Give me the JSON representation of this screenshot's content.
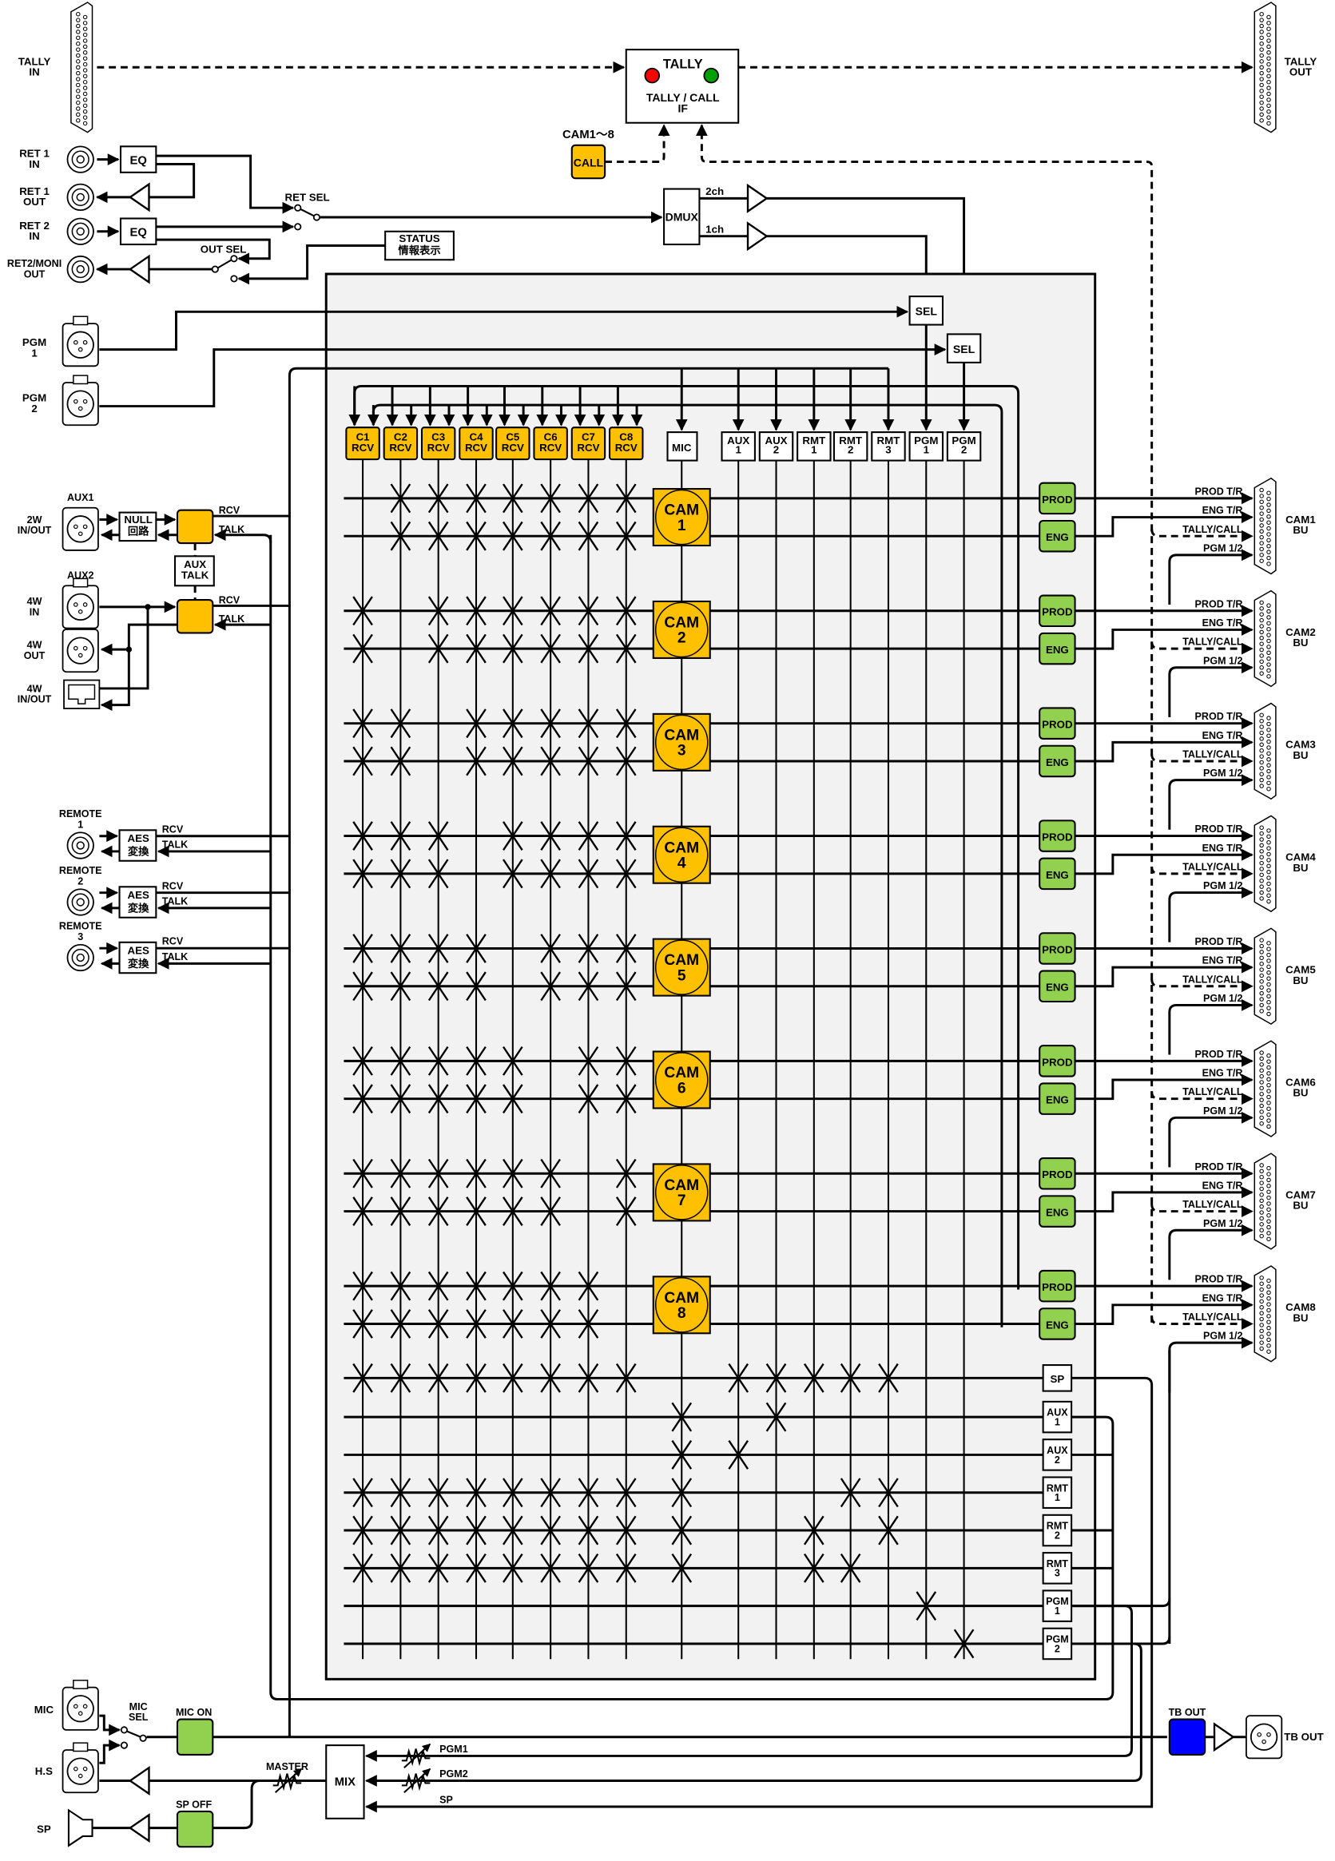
{
  "colors": {
    "camera_yellow": "#FFC000",
    "switch_green": "#92D050",
    "tb_blue": "#0000FF",
    "matrix_bg": "#F2F2F2",
    "tally_red": "#FF0000",
    "tally_green": "#00A000"
  },
  "tally": {
    "in_label": [
      "TALLY",
      "IN"
    ],
    "out_label": [
      "TALLY",
      "OUT"
    ],
    "if_title": "TALLY",
    "if_label": [
      "TALLY / CALL",
      "IF"
    ],
    "call_group": "CAM1～8",
    "call": "CALL"
  },
  "ret": {
    "ret1_in": [
      "RET 1",
      "IN"
    ],
    "ret1_out": [
      "RET 1",
      "OUT"
    ],
    "ret2_in": [
      "RET 2",
      "IN"
    ],
    "ret2moni_out": [
      "RET2/MONI",
      "OUT"
    ],
    "eq": "EQ",
    "ret_sel": "RET SEL",
    "out_sel": "OUT SEL",
    "status": [
      "STATUS",
      "情報表示"
    ],
    "dmux": "DMUX",
    "ch2": "2ch",
    "ch1": "1ch",
    "sel": "SEL"
  },
  "pgm_inputs": [
    [
      "PGM",
      "1"
    ],
    [
      "PGM",
      "2"
    ]
  ],
  "aux": {
    "aux1": "AUX1",
    "aux1_mode": [
      "2W",
      "IN/OUT"
    ],
    "null_circuit": [
      "NULL",
      "回路"
    ],
    "aux2": "AUX2",
    "w4_in": [
      "4W",
      "IN"
    ],
    "w4_out": [
      "4W",
      "OUT"
    ],
    "w4_inout": [
      "4W",
      "IN/OUT"
    ],
    "aux_talk": [
      "AUX",
      "TALK"
    ],
    "rcv": "RCV",
    "talk": "TALK"
  },
  "remotes": [
    {
      "label": [
        "REMOTE",
        "1"
      ]
    },
    {
      "label": [
        "REMOTE",
        "2"
      ]
    },
    {
      "label": [
        "REMOTE",
        "3"
      ]
    }
  ],
  "aes": [
    "AES",
    "変換"
  ],
  "matrix": {
    "columns": [
      [
        "C1",
        "RCV"
      ],
      [
        "C2",
        "RCV"
      ],
      [
        "C3",
        "RCV"
      ],
      [
        "C4",
        "RCV"
      ],
      [
        "C5",
        "RCV"
      ],
      [
        "C6",
        "RCV"
      ],
      [
        "C7",
        "RCV"
      ],
      [
        "C8",
        "RCV"
      ],
      [
        "MIC",
        ""
      ],
      [
        "AUX",
        "1"
      ],
      [
        "AUX",
        "2"
      ],
      [
        "RMT",
        "1"
      ],
      [
        "RMT",
        "2"
      ],
      [
        "RMT",
        "3"
      ],
      [
        "PGM",
        "1"
      ],
      [
        "PGM",
        "2"
      ]
    ],
    "cameras": [
      {
        "label": [
          "CAM",
          "1"
        ],
        "prod": "PROD",
        "eng": "ENG",
        "crosspoints_prod": [
          1,
          2,
          3,
          4,
          5,
          6,
          7
        ],
        "crosspoints_eng": [
          1,
          2,
          3,
          4,
          5,
          6,
          7
        ]
      },
      {
        "label": [
          "CAM",
          "2"
        ],
        "prod": "PROD",
        "eng": "ENG",
        "crosspoints_prod": [
          0,
          2,
          3,
          4,
          5,
          6,
          7
        ],
        "crosspoints_eng": [
          0,
          2,
          3,
          4,
          5,
          6,
          7
        ]
      },
      {
        "label": [
          "CAM",
          "3"
        ],
        "prod": "PROD",
        "eng": "ENG",
        "crosspoints_prod": [
          0,
          1,
          3,
          4,
          5,
          6,
          7
        ],
        "crosspoints_eng": [
          0,
          1,
          3,
          4,
          5,
          6,
          7
        ]
      },
      {
        "label": [
          "CAM",
          "4"
        ],
        "prod": "PROD",
        "eng": "ENG",
        "crosspoints_prod": [
          0,
          1,
          2,
          4,
          5,
          6,
          7
        ],
        "crosspoints_eng": [
          0,
          1,
          2,
          4,
          5,
          6,
          7
        ]
      },
      {
        "label": [
          "CAM",
          "5"
        ],
        "prod": "PROD",
        "eng": "ENG",
        "crosspoints_prod": [
          0,
          1,
          2,
          3,
          5,
          6,
          7
        ],
        "crosspoints_eng": [
          0,
          1,
          2,
          3,
          5,
          6,
          7
        ]
      },
      {
        "label": [
          "CAM",
          "6"
        ],
        "prod": "PROD",
        "eng": "ENG",
        "crosspoints_prod": [
          0,
          1,
          2,
          3,
          4,
          6,
          7
        ],
        "crosspoints_eng": [
          0,
          1,
          2,
          3,
          4,
          6,
          7
        ]
      },
      {
        "label": [
          "CAM",
          "7"
        ],
        "prod": "PROD",
        "eng": "ENG",
        "crosspoints_prod": [
          0,
          1,
          2,
          3,
          4,
          5,
          7
        ],
        "crosspoints_eng": [
          0,
          1,
          2,
          3,
          4,
          5,
          7
        ]
      },
      {
        "label": [
          "CAM",
          "8"
        ],
        "prod": "PROD",
        "eng": "ENG",
        "crosspoints_prod": [
          0,
          1,
          2,
          3,
          4,
          5,
          6
        ],
        "crosspoints_eng": [
          0,
          1,
          2,
          3,
          4,
          5,
          6
        ]
      }
    ],
    "bus_rows": [
      {
        "label": [
          "SP",
          ""
        ],
        "crosspoints": [
          0,
          1,
          2,
          3,
          4,
          5,
          6,
          7,
          9,
          10,
          11,
          12,
          13
        ]
      },
      {
        "label": [
          "AUX",
          "1"
        ],
        "crosspoints": [
          8,
          10
        ]
      },
      {
        "label": [
          "AUX",
          "2"
        ],
        "crosspoints": [
          8,
          9
        ]
      },
      {
        "label": [
          "RMT",
          "1"
        ],
        "crosspoints": [
          0,
          1,
          2,
          3,
          4,
          5,
          6,
          7,
          8,
          12,
          13
        ]
      },
      {
        "label": [
          "RMT",
          "2"
        ],
        "crosspoints": [
          0,
          1,
          2,
          3,
          4,
          5,
          6,
          7,
          8,
          11,
          13
        ]
      },
      {
        "label": [
          "RMT",
          "3"
        ],
        "crosspoints": [
          0,
          1,
          2,
          3,
          4,
          5,
          6,
          7,
          8,
          11,
          12
        ]
      },
      {
        "label": [
          "PGM",
          "1"
        ],
        "crosspoints": [
          14
        ]
      },
      {
        "label": [
          "PGM",
          "2"
        ],
        "crosspoints": [
          15
        ]
      }
    ]
  },
  "camera_outputs": {
    "signals": [
      "PROD T/R",
      "ENG T/R",
      "TALLY/CALL",
      "PGM 1/2"
    ],
    "units": [
      [
        "CAM1",
        "BU"
      ],
      [
        "CAM2",
        "BU"
      ],
      [
        "CAM3",
        "BU"
      ],
      [
        "CAM4",
        "BU"
      ],
      [
        "CAM5",
        "BU"
      ],
      [
        "CAM6",
        "BU"
      ],
      [
        "CAM7",
        "BU"
      ],
      [
        "CAM8",
        "BU"
      ]
    ]
  },
  "bottom": {
    "mic": "MIC",
    "mic_sel": [
      "MIC",
      "SEL"
    ],
    "mic_on": "MIC ON",
    "hs": "H.S",
    "sp": "SP",
    "sp_off": "SP OFF",
    "master": "MASTER",
    "mix": "MIX",
    "mix_pgm1": "PGM1",
    "mix_pgm2": "PGM2",
    "mix_sp": "SP",
    "tb_out_button": "TB OUT",
    "tb_out_connector": "TB OUT"
  }
}
